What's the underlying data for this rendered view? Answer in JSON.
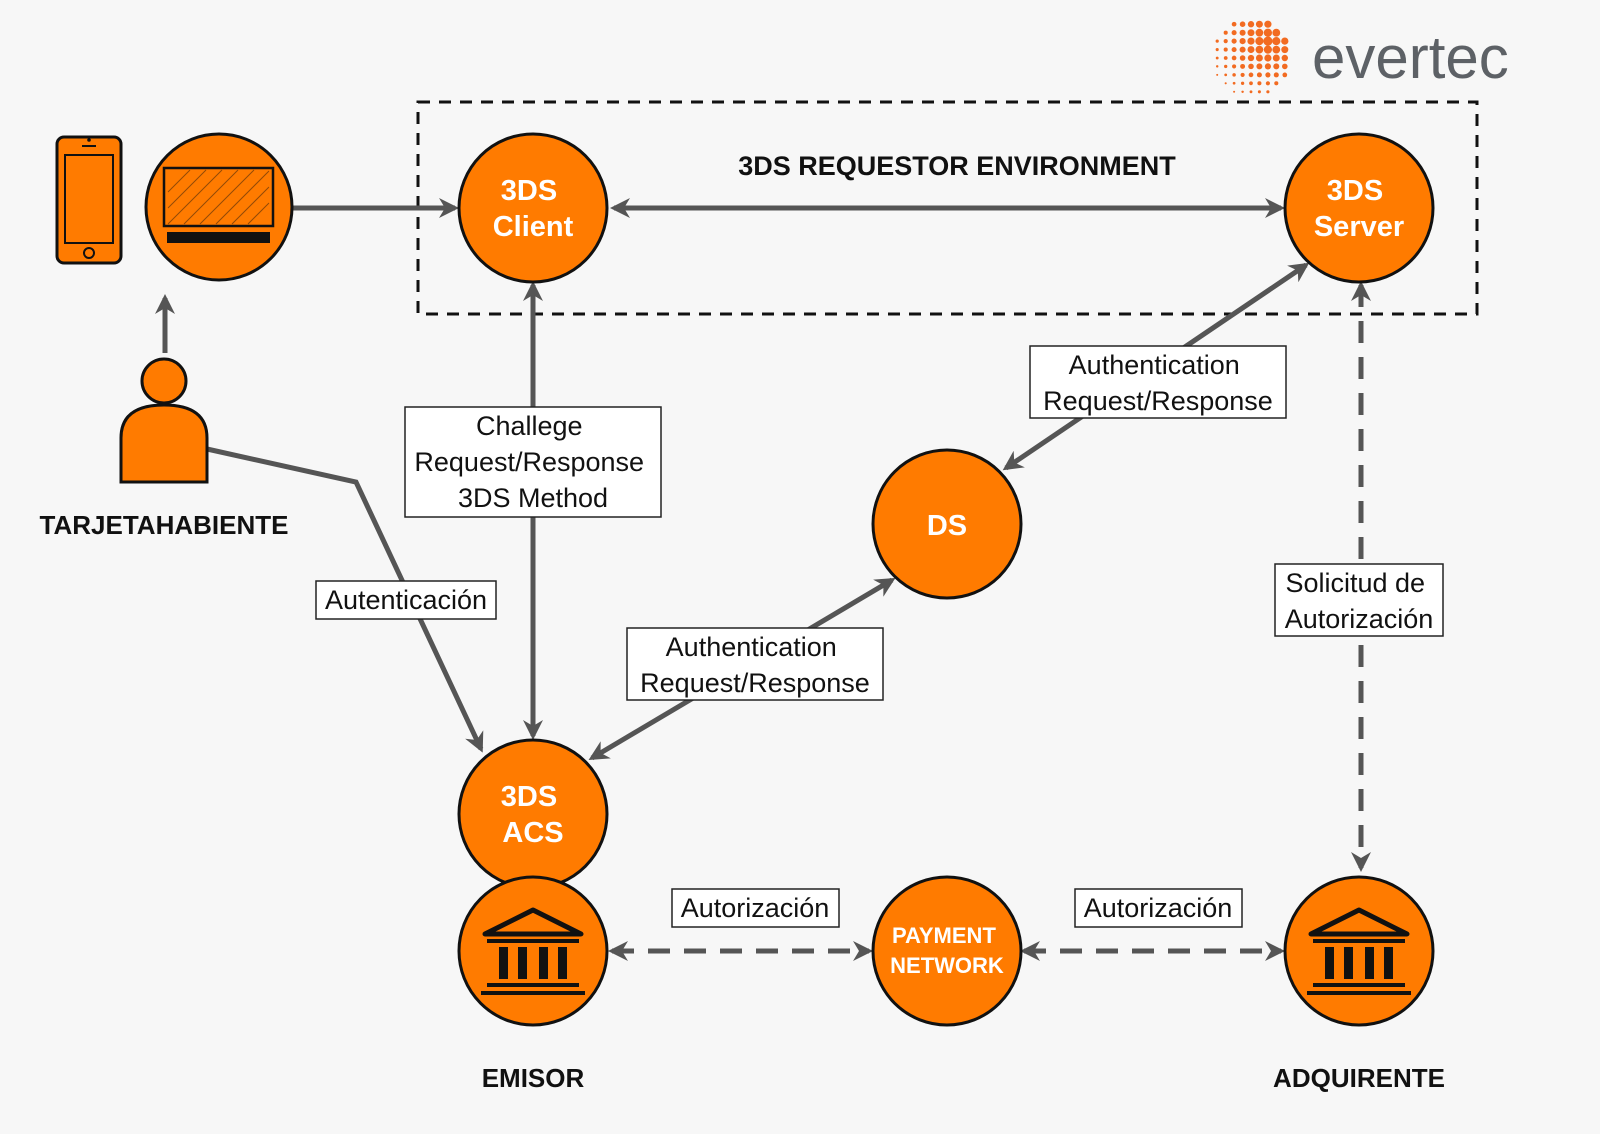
{
  "logo": {
    "text": "evertec"
  },
  "environment": {
    "title": "3DS REQUESTOR ENVIRONMENT"
  },
  "nodes": {
    "client": [
      "3DS",
      "Client"
    ],
    "server": [
      "3DS",
      "Server"
    ],
    "ds": [
      "DS"
    ],
    "acs": [
      "3DS",
      "ACS"
    ],
    "network": [
      "PAYMENT",
      "NETWORK"
    ]
  },
  "captions": {
    "cardholder": "TARJETAHABIENTE",
    "issuer": "EMISOR",
    "acquirer": "ADQUIRENTE"
  },
  "edge_labels": {
    "challenge": [
      "Challege",
      "Request/Response",
      "3DS Method"
    ],
    "auth_server_ds": [
      "Authentication",
      "Request/Response"
    ],
    "auth_ds_acs": [
      "Authentication",
      "Request/Response"
    ],
    "autenticacion": "Autenticación",
    "solicitud": [
      "Solicitud de",
      "Autorización"
    ],
    "autorizacion_left": "Autorización",
    "autorizacion_right": "Autorización"
  },
  "colors": {
    "node_fill": "#ff7b00",
    "node_stroke": "#000000",
    "edge": "#555555",
    "logo_dots": "#f26b21",
    "logo_text": "#5d6166"
  },
  "icons": [
    "smartphone-icon",
    "laptop-icon",
    "person-icon",
    "bank-icon"
  ]
}
